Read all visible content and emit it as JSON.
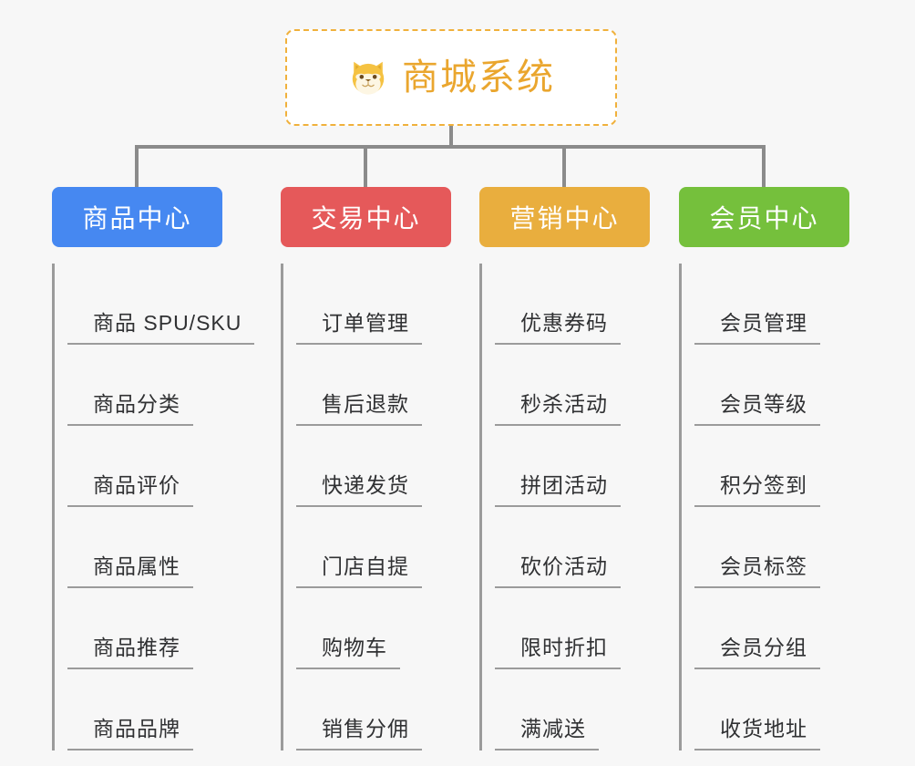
{
  "diagram": {
    "type": "mindmap",
    "root": {
      "title": "商城系统",
      "icon": "shiba-dog-icon",
      "border_color": "#f0b13c",
      "text_color": "#eaa62e"
    },
    "line_color": "#8b8b8b",
    "background": "#f7f7f7",
    "branches": [
      {
        "label": "商品中心",
        "color": "#4688f1",
        "items": [
          "商品 SPU/SKU",
          "商品分类",
          "商品评价",
          "商品属性",
          "商品推荐",
          "商品品牌"
        ]
      },
      {
        "label": "交易中心",
        "color": "#e5595a",
        "items": [
          "订单管理",
          "售后退款",
          "快递发货",
          "门店自提",
          "购物车",
          "销售分佣"
        ]
      },
      {
        "label": "营销中心",
        "color": "#e9ae3e",
        "items": [
          "优惠券码",
          "秒杀活动",
          "拼团活动",
          "砍价活动",
          "限时折扣",
          "满减送"
        ]
      },
      {
        "label": "会员中心",
        "color": "#75c03c",
        "items": [
          "会员管理",
          "会员等级",
          "积分签到",
          "会员标签",
          "会员分组",
          "收货地址"
        ]
      }
    ]
  }
}
